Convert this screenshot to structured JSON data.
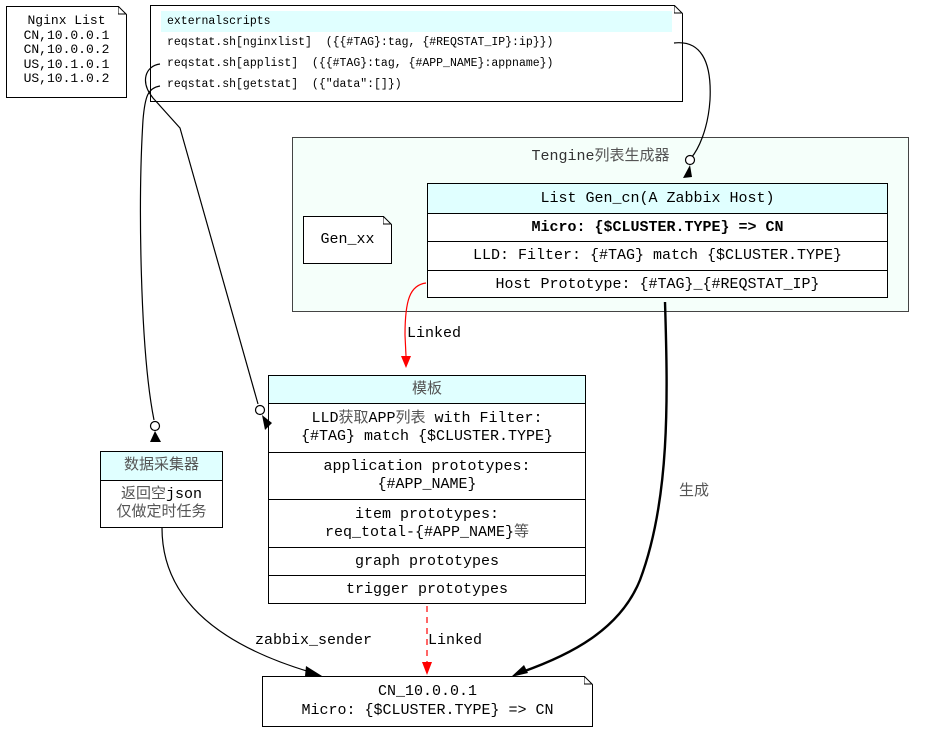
{
  "diagram": {
    "nginx_list": {
      "title": "Nginx List",
      "entries": [
        "CN,10.0.0.1",
        "CN,10.0.0.2",
        "US,10.1.0.1",
        "US,10.1.0.2"
      ]
    },
    "externalscripts": {
      "header": "externalscripts",
      "rows": [
        "reqstat.sh[nginxlist]  ({{#TAG}:tag, {#REQSTAT_IP}:ip}})",
        "reqstat.sh[applist]  ({{#TAG}:tag, {#APP_NAME}:appname})",
        "reqstat.sh[getstat]  ({\"data\":[]})"
      ]
    },
    "cluster": {
      "label_en": "Tengine",
      "label_cn": "列表生成器",
      "gen_xx": "Gen_xx",
      "list_gen": {
        "header": "List Gen_cn(A Zabbix Host)",
        "macro": "Micro: {$CLUSTER.TYPE} => CN",
        "lld_filter": "LLD: Filter: {#TAG} match {$CLUSTER.TYPE}",
        "host_prototype": "Host Prototype: {#TAG}_{#REQSTAT_IP}"
      }
    },
    "template": {
      "header": "模板",
      "lld_line1_a": "LLD",
      "lld_line1_b": "获取",
      "lld_line1_c": "APP",
      "lld_line1_d": "列表",
      "lld_line1_e": " with Filter:",
      "lld_line2": "{#TAG} match {$CLUSTER.TYPE}",
      "app_line1": "application prototypes:",
      "app_line2": "{#APP_NAME}",
      "item_line1": "item prototypes:",
      "item_line2": "req_total-{#APP_NAME}",
      "item_line2_cn": "等",
      "graph": "graph prototypes",
      "trigger": "trigger prototypes"
    },
    "collector": {
      "header": "数据采集器",
      "line1_cn": "返回空",
      "line1_en": "json",
      "line2": "仅做定时任务"
    },
    "host": {
      "line1": "CN_10.0.0.1",
      "line2": "Micro: {$CLUSTER.TYPE} => CN"
    },
    "edge_labels": {
      "linked_top": "Linked",
      "generate": "生成",
      "zabbix_sender": "zabbix_sender",
      "linked_bottom": "Linked"
    },
    "colors": {
      "header_fill": "#e0ffff",
      "cluster_fill": "#f5fffa",
      "linked_edge": "#ff0000",
      "edge": "#000000"
    }
  }
}
